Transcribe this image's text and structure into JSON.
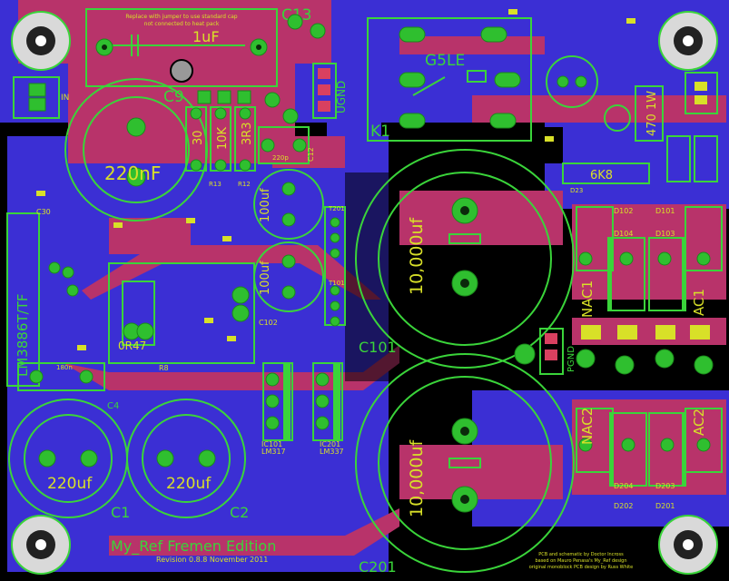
{
  "board": {
    "title": "My_Ref Fremen Edition",
    "revision": "Revision 0.8.8 November 2011",
    "credit_lines": [
      "PCB and schematic by Doctor Incross",
      "based on Mauro Penasa's My_Ref design",
      "original monoblock PCB design by Russ White"
    ],
    "note_text": [
      "Replace with jumper to use standard cap",
      "not connected to heat pack"
    ]
  },
  "labels": {
    "c13": "C13",
    "c9": "C9",
    "cap_1uf": "1uF",
    "g5le": "G5LE",
    "k1": "K1",
    "in": "IN",
    "ugnd": "UGND",
    "r30": "30",
    "r10k": "10K",
    "r3r3": "3R3",
    "c220nf": "220nF",
    "c30": "C30",
    "lm3886": "LM3886T/TF",
    "c100uf_a": "100uf",
    "c100uf_b": "100uf",
    "c10000_top": "10,000uf",
    "c10000_bot": "10,000uf",
    "c101": "C101",
    "c201": "C201",
    "c1": "C1",
    "c2": "C2",
    "c4": "C4",
    "c220uf_a": "220uf",
    "c220uf_b": "220uf",
    "ic101": "IC101",
    "ic201": "IC201",
    "lm317": "LM317",
    "lm337": "LM337",
    "pgnd": "PGND",
    "nac1": "NAC1",
    "nac2": "NAC2",
    "ac1": "AC1",
    "ac2": "AC2",
    "d102": "D102",
    "d101": "D101",
    "d104": "D104",
    "d103": "D103",
    "d202": "D202",
    "d201": "D201",
    "d204": "D204",
    "d203": "D203",
    "r_47k": "470 1W",
    "r_6k8": "6K8",
    "d23": "D23",
    "r_0r47": "0R47",
    "r8": "R8",
    "c102": "C102",
    "t201": "T201",
    "t101": "T101",
    "c180": "180n",
    "r13": "R13",
    "r12": "R12",
    "c220p": "220p",
    "c12": "C12"
  }
}
